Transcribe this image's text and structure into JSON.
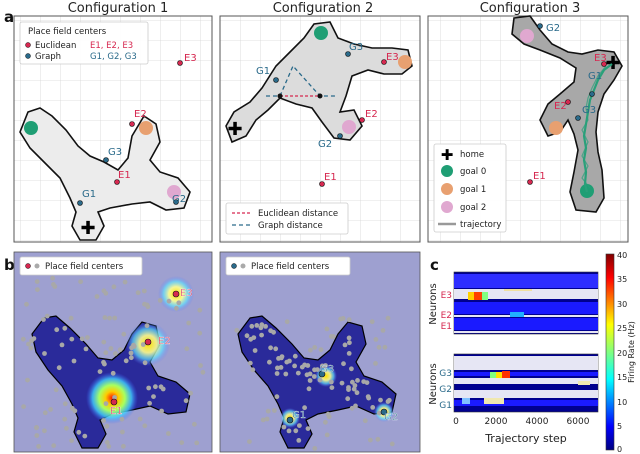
{
  "panel_labels": {
    "a": "a",
    "b": "b",
    "c": "c"
  },
  "config_titles": [
    "Configuration 1",
    "Configuration 2",
    "Configuration 3"
  ],
  "legend1": {
    "title": "Place field centers",
    "row1_name": "Euclidean",
    "row1_values": "E1, E2, E3",
    "row2_name": "Graph",
    "row2_values": "G1, G2, G3"
  },
  "legend2": {
    "euclid": "Euclidean distance",
    "graph": "Graph distance"
  },
  "legend3": {
    "home": "home",
    "goal0": "goal 0",
    "goal1": "goal 1",
    "goal2": "goal 2",
    "trajectory": "trajectory"
  },
  "pfc_label": "Place field centers",
  "labels": {
    "E1": "E1",
    "E2": "E2",
    "E3": "E3",
    "G1": "G1",
    "G2": "G2",
    "G3": "G3"
  },
  "colors": {
    "euclid": "#d62850",
    "graph": "#2a6a8a",
    "goal0": "#1f9e74",
    "goal1": "#e8a070",
    "goal2": "#e0a8d0",
    "trajectory": "#2aa07a",
    "heat_bg": "#9ea0d0",
    "maze_fill": "#2a2a9a"
  },
  "raster": {
    "ylabel_top": "Neurons",
    "ylabel_bottom": "Neurons",
    "xlabel": "Trajectory step",
    "xticks": [
      "0",
      "2000",
      "4000",
      "6000"
    ]
  },
  "colorbar": {
    "label": "Firing Rate (Hz)",
    "ticks": [
      "40",
      "35",
      "30",
      "25",
      "20",
      "15",
      "10",
      "5",
      "0"
    ]
  }
}
